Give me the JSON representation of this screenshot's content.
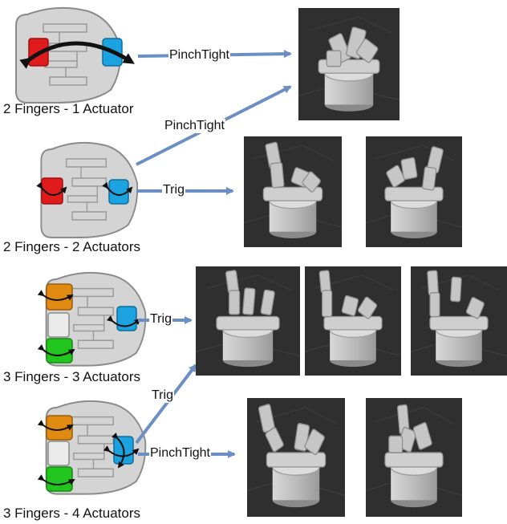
{
  "configs": [
    {
      "label": "2 Fingers - 1 Actuator"
    },
    {
      "label": "2 Fingers - 2 Actuators"
    },
    {
      "label": "3 Fingers - 3 Actuators"
    },
    {
      "label": "3 Fingers - 4 Actuators"
    }
  ],
  "arrows": {
    "a1": "PinchTight",
    "a2": "PinchTight",
    "a3": "Trig",
    "a4": "Trig",
    "a5": "Trig",
    "a6": "PinchTight"
  },
  "colors": {
    "arrow": "#6b8fc4",
    "red": "#e01b1b",
    "blue": "#1aa3e0",
    "orange": "#e08a12",
    "green": "#22c41e",
    "render_bg": "#2f2f2f",
    "base_gray": "#c9c9c9"
  }
}
